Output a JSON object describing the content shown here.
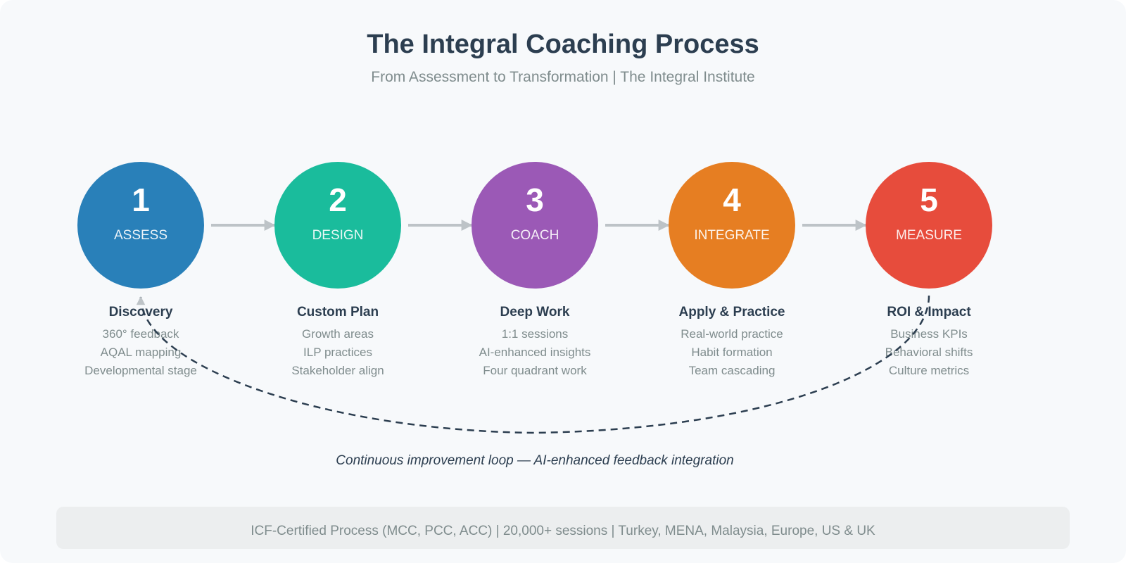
{
  "header": {
    "title": "The Integral Coaching Process",
    "subtitle": "From Assessment to Transformation | The Integral Institute"
  },
  "colors": {
    "background": "#f7f9fb",
    "title": "#2c3e50",
    "muted": "#7f8c8d",
    "arrow": "#bdc3c7",
    "loop": "#2c3e50",
    "footer_bg": "#eceeef"
  },
  "steps": [
    {
      "number": "1",
      "label": "ASSESS",
      "color": "#2980b9",
      "heading": "Discovery",
      "items": [
        "360° feedback",
        "AQAL mapping",
        "Developmental stage"
      ]
    },
    {
      "number": "2",
      "label": "DESIGN",
      "color": "#1abc9c",
      "heading": "Custom Plan",
      "items": [
        "Growth areas",
        "ILP practices",
        "Stakeholder align"
      ]
    },
    {
      "number": "3",
      "label": "COACH",
      "color": "#9b59b6",
      "heading": "Deep Work",
      "items": [
        "1:1 sessions",
        "AI-enhanced insights",
        "Four quadrant work"
      ]
    },
    {
      "number": "4",
      "label": "INTEGRATE",
      "color": "#e67e22",
      "heading": "Apply & Practice",
      "items": [
        "Real-world practice",
        "Habit formation",
        "Team cascading"
      ]
    },
    {
      "number": "5",
      "label": "MEASURE",
      "color": "#e74c3c",
      "heading": "ROI & Impact",
      "items": [
        "Business KPIs",
        "Behavioral shifts",
        "Culture metrics"
      ]
    }
  ],
  "loop": {
    "text": "Continuous improvement loop — AI-enhanced feedback integration"
  },
  "footer": {
    "text": "ICF-Certified Process (MCC, PCC, ACC) | 20,000+ sessions | Turkey, MENA, Malaysia, Europe, US & UK"
  }
}
